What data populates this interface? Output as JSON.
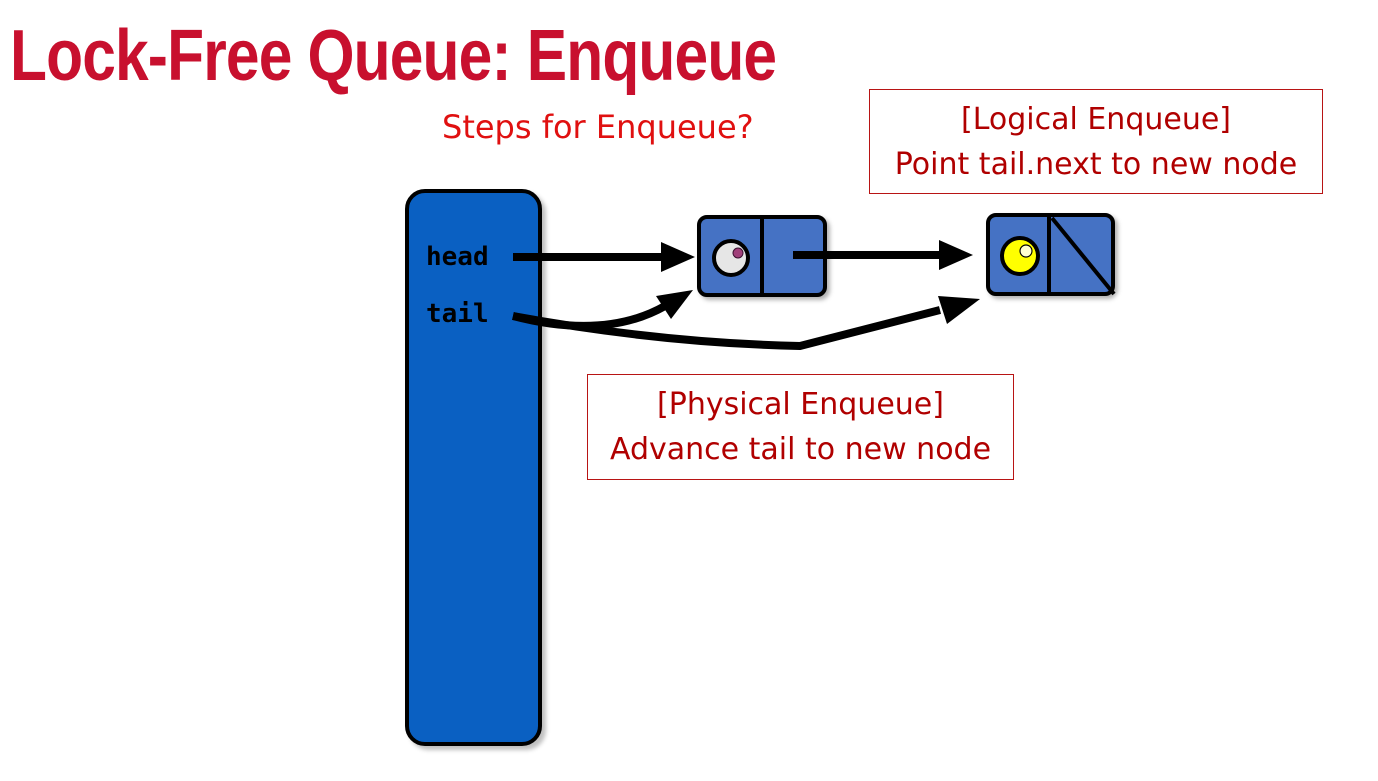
{
  "slide": {
    "title": "Lock-Free Queue: Enqueue",
    "subtitle": "Steps for Enqueue?"
  },
  "queue": {
    "head_label": "head",
    "tail_label": "tail"
  },
  "callouts": {
    "logical": {
      "heading": "[Logical Enqueue]",
      "body": "Point tail.next to new node"
    },
    "physical": {
      "heading": "[Physical Enqueue]",
      "body": "Advance tail to new node"
    }
  },
  "colors": {
    "title": "#c8102e",
    "subtitle": "#e01010",
    "callout_text": "#b00000",
    "queue_fill": "#0a60c2",
    "node_fill": "#4472c4",
    "sentinel_value": "#e6e6e6",
    "new_value": "#ffff00"
  }
}
